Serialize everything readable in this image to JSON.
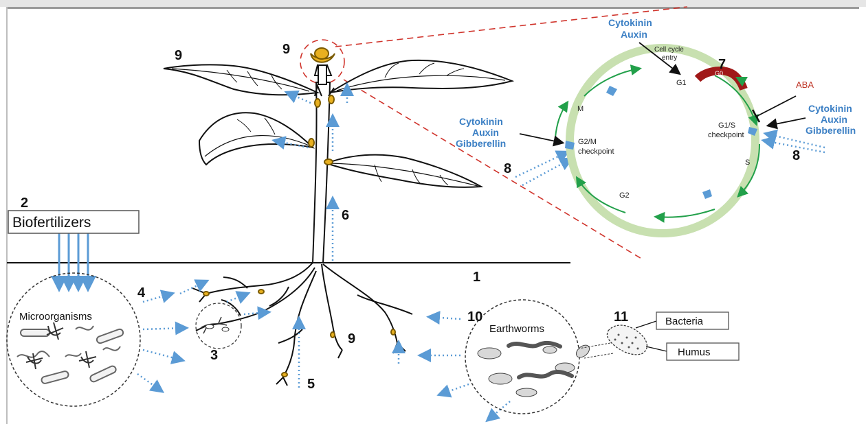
{
  "numbers": {
    "n1": "1",
    "n2": "2",
    "n3": "3",
    "n4": "4",
    "n5": "5",
    "n6": "6",
    "n7": "7",
    "n8a": "8",
    "n8b": "8",
    "n9a": "9",
    "n9b": "9",
    "n9c": "9",
    "n10": "10",
    "n11": "11"
  },
  "labels": {
    "biofertilizers": "Biofertilizers",
    "microorganisms": "Microorganisms",
    "earthworms": "Earthworms",
    "bacteria": "Bacteria",
    "humus": "Humus"
  },
  "cell_cycle": {
    "top_hormones": [
      "Cytokinin",
      "Auxin"
    ],
    "left_hormones": [
      "Cytokinin",
      "Auxin",
      "Gibberellin"
    ],
    "right_hormones": [
      "Cytokinin",
      "Auxin",
      "Gibberellin"
    ],
    "aba": "ABA",
    "cell_cycle_entry": [
      "Cell cycle",
      "entry"
    ],
    "g1": "G1",
    "g0": "G0",
    "g1s_checkpoint": [
      "G1/S",
      "checkpoint"
    ],
    "g2m_checkpoint": [
      "G2/M",
      "checkpoint"
    ],
    "s": "S",
    "g2": "G2",
    "m": "M"
  },
  "colors": {
    "hormone_blue": "#3b7fc4",
    "arrow_blue": "#5b9bd5",
    "cycle_green": "#c8e0b0",
    "cycle_arrow": "#22a04a",
    "dashed_red": "#d0342c",
    "aba_red": "#c0392b",
    "bud_yellow": "#e8b020"
  },
  "icons": {
    "plant": "plant-illustration",
    "cell_cycle": "cell-cycle-diagram"
  }
}
